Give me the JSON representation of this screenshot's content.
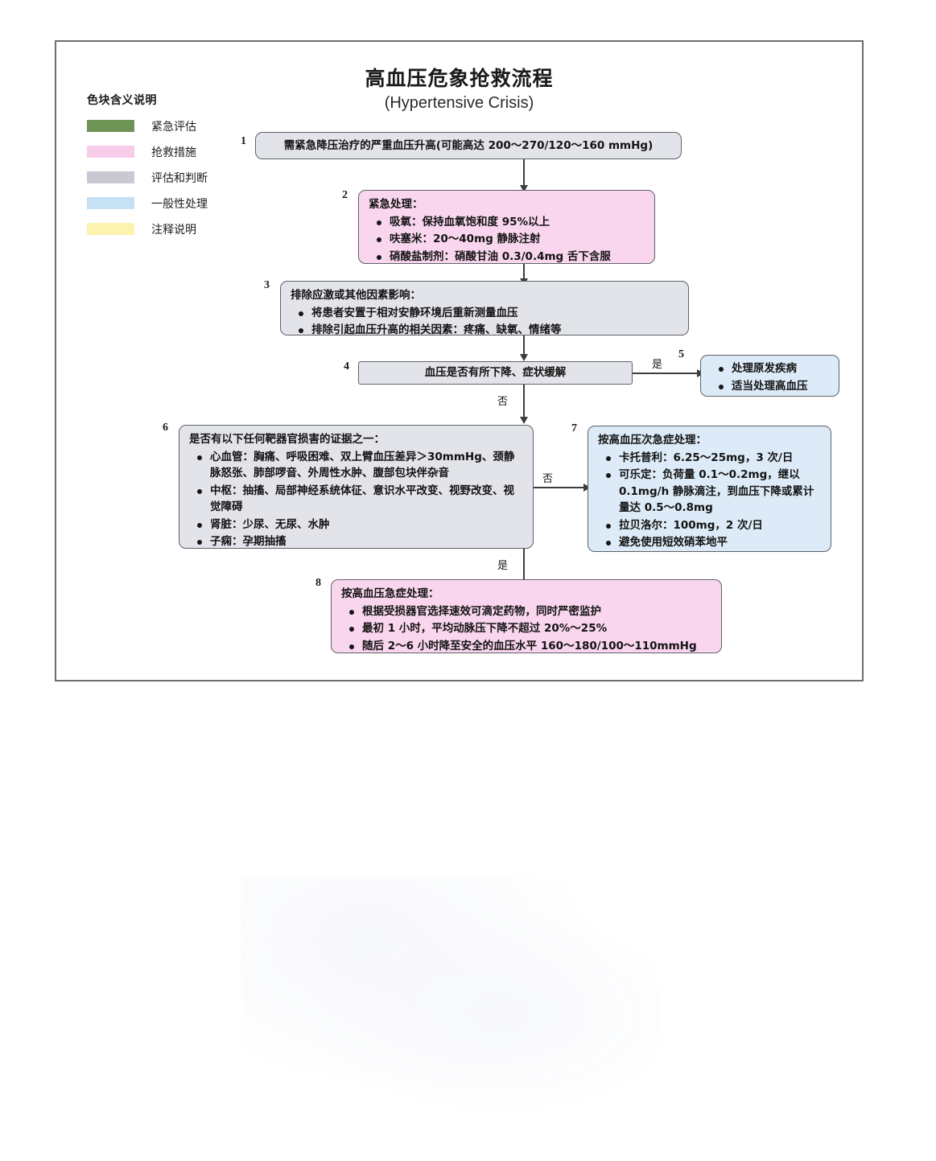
{
  "title": {
    "cn": "高血压危象抢救流程",
    "en": "(Hypertensive Crisis)"
  },
  "legend": {
    "title": "色块含义说明",
    "items": [
      {
        "label": "紧急评估",
        "color": "#6f9455"
      },
      {
        "label": "抢救措施",
        "color": "#f7cce9"
      },
      {
        "label": "评估和判断",
        "color": "#c9c9d4"
      },
      {
        "label": "一般性处理",
        "color": "#c6e0f4"
      },
      {
        "label": "注释说明",
        "color": "#fbf3b0"
      }
    ]
  },
  "nodes": {
    "n1": {
      "num": "1",
      "fill": "评估和判断",
      "text": "需紧急降压治疗的严重血压升高(可能高达 200～270/120～160 mmHg)"
    },
    "n2": {
      "num": "2",
      "fill": "抢救措施",
      "head": "紧急处理：",
      "bullets": [
        "吸氧：保持血氧饱和度 95%以上",
        "呋塞米：20～40mg 静脉注射",
        "硝酸盐制剂：硝酸甘油 0.3/0.4mg 舌下含服"
      ]
    },
    "n3": {
      "num": "3",
      "fill": "评估和判断",
      "head": "排除应激或其他因素影响：",
      "bullets": [
        "将患者安置于相对安静环境后重新测量血压",
        "排除引起血压升高的相关因素：疼痛、缺氧、情绪等"
      ]
    },
    "n4": {
      "num": "4",
      "fill": "评估和判断",
      "text": "血压是否有所下降、症状缓解"
    },
    "n5": {
      "num": "5",
      "fill": "一般性处理",
      "bullets": [
        "处理原发疾病",
        "适当处理高血压"
      ]
    },
    "n6": {
      "num": "6",
      "fill": "评估和判断",
      "head": "是否有以下任何靶器官损害的证据之一：",
      "bullets": [
        "心血管：胸痛、呼吸困难、双上臂血压差异＞30mmHg、颈静脉怒张、肺部啰音、外周性水肿、腹部包块伴杂音",
        "中枢：抽搐、局部神经系统体征、意识水平改变、视野改变、视觉障碍",
        "肾脏：少尿、无尿、水肿",
        "子痫：孕期抽搐"
      ]
    },
    "n7": {
      "num": "7",
      "fill": "一般性处理",
      "head": "按高血压次急症处理：",
      "bullets": [
        "卡托普利：6.25～25mg，3 次/日",
        "可乐定：负荷量 0.1～0.2mg，继以 0.1mg/h 静脉滴注，到血压下降或累计量达 0.5～0.8mg",
        "拉贝洛尔：100mg，2 次/日",
        "避免使用短效硝苯地平"
      ]
    },
    "n8": {
      "num": "8",
      "fill": "抢救措施",
      "head": "按高血压急症处理：",
      "bullets": [
        "根据受损器官选择速效可滴定药物，同时严密监护",
        "最初 1 小时，平均动脉压下降不超过 20%～25%",
        "随后 2～6 小时降至安全的血压水平 160～180/100～110mmHg"
      ]
    }
  },
  "edges": {
    "e4_yes": "是",
    "e4_no": "否",
    "e6_no": "否",
    "e6_yes": "是"
  }
}
